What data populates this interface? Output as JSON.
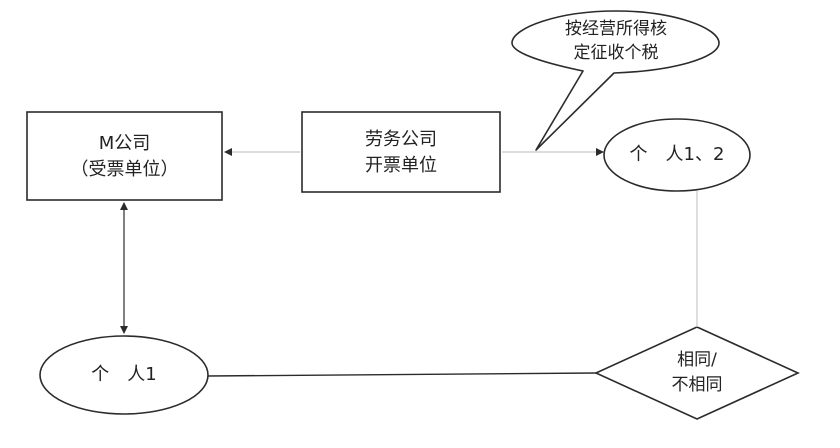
{
  "nodes": {
    "m_company": {
      "line1": "M公司",
      "line2": "（受票单位）"
    },
    "labor_company": {
      "line1": "劳务公司",
      "line2": "开票单位"
    },
    "individuals_1_2": {
      "label": "个　人1、2"
    },
    "individual_1": {
      "label": "个　人1"
    },
    "decision": {
      "line1": "相同/",
      "line2": "不相同"
    }
  },
  "callout": {
    "line1": "按经营所得核",
    "line2": "定征收个税"
  },
  "colors": {
    "stroke": "#2b2b2b",
    "light_line": "#c8c8c8"
  }
}
